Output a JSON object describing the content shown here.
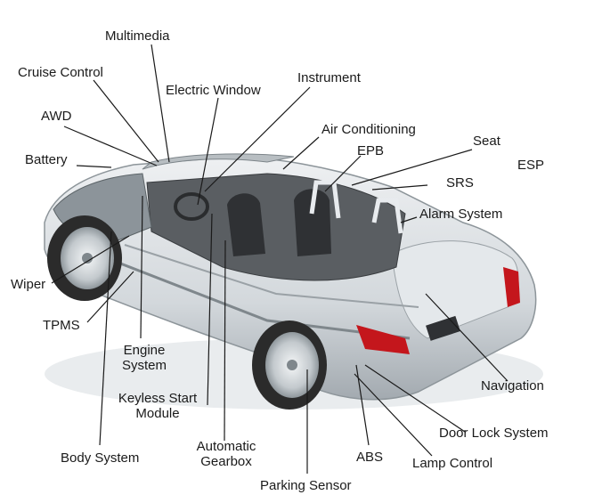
{
  "labels": {
    "multimedia": "Multimedia",
    "cruise_control": "Cruise Control",
    "awd": "AWD",
    "battery": "Battery",
    "electric_window": "Electric Window",
    "instrument": "Instrument",
    "air_conditioning": "Air Conditioning",
    "epb": "EPB",
    "seat": "Seat",
    "esp": "ESP",
    "srs": "SRS",
    "alarm_system": "Alarm System",
    "wiper": "Wiper",
    "tpms": "TPMS",
    "engine_system_line1": "Engine",
    "engine_system_line2": "System",
    "keyless_line1": "Keyless Start",
    "keyless_line2": "Module",
    "navigation": "Navigation",
    "door_lock_system": "Door Lock System",
    "body_system": "Body System",
    "automatic_gearbox_line1": "Automatic",
    "automatic_gearbox_line2": "Gearbox",
    "abs": "ABS",
    "lamp_control": "Lamp Control",
    "parking_sensor": "Parking Sensor"
  },
  "colors": {
    "leader_line": "#1a1a1a",
    "body_silver": "#d9dde0",
    "body_shadow": "#a9b0b5",
    "tail_light": "#c4161c",
    "tire": "#2b2b2b",
    "rim": "#c9ced2",
    "interior": "#4a4d50"
  }
}
